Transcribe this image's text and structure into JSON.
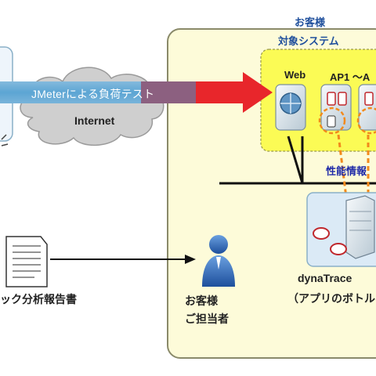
{
  "labels": {
    "customer_top": "お客様",
    "target_system": "対象システム",
    "jmeter_test": "JMeterによる負荷テスト",
    "internet": "Internet",
    "web": "Web",
    "ap": "AP1 ～A",
    "perf_info": "性能情報",
    "dynatrace": "dynaTrace",
    "dynatrace_sub": "（アプリのボトルネ",
    "report": "ック分析報告書",
    "customer_contact_line1": "お客様",
    "customer_contact_line2": "ご担当者"
  },
  "colors": {
    "customer_zone_fill": "#fdfbd9",
    "customer_zone_border": "#8a8a6a",
    "target_zone_fill": "#fbfb55",
    "arrow_red": "#e8262b",
    "arrow_band": "#6fb0d8",
    "heading_blue": "#1f4f9c",
    "perf_blue": "#1f2aa8",
    "orange_dashed": "#f28a1c",
    "cloud_gray": "#cfcfcf"
  },
  "icons": [
    "cloud-icon",
    "web-server-icon",
    "ap-server-icon",
    "db-server-icon",
    "document-icon",
    "person-icon"
  ]
}
